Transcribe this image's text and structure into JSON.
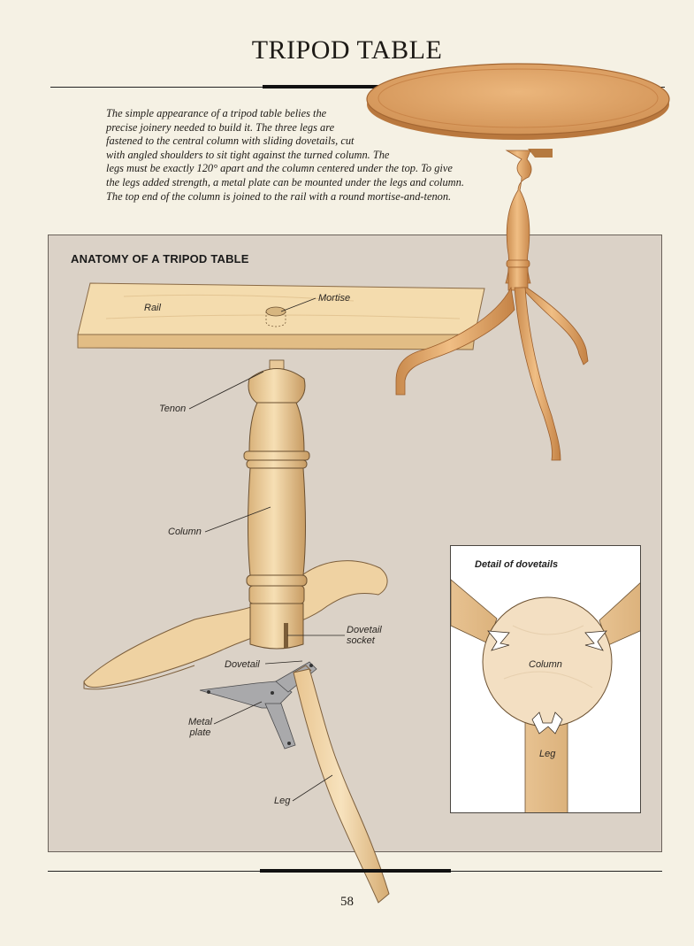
{
  "page": {
    "title": "TRIPOD TABLE",
    "page_number": "58"
  },
  "intro": {
    "lines": [
      "The simple appearance of a tripod table belies the",
      "precise joinery needed to build it. The three legs are",
      "fastened to the central column with sliding dovetails, cut",
      "with angled shoulders to sit tight against the turned column. The",
      "legs must be exactly 120° apart and the column centered under the top. To give",
      "the legs added strength, a metal plate can be mounted under the legs and column.",
      "The top end of the column is joined to the rail with a round mortise-and-tenon."
    ]
  },
  "anatomy": {
    "heading": "ANATOMY OF A TRIPOD TABLE",
    "labels": {
      "rail": "Rail",
      "mortise": "Mortise",
      "tenon": "Tenon",
      "column": "Column",
      "dovetail_socket_line1": "Dovetail",
      "dovetail_socket_line2": "socket",
      "dovetail": "Dovetail",
      "metal_plate_line1": "Metal",
      "metal_plate_line2": "plate",
      "leg": "Leg"
    }
  },
  "detail": {
    "heading": "Detail of dovetails",
    "labels": {
      "column": "Column",
      "leg": "Leg"
    }
  },
  "colors": {
    "page_bg": "#f5f1e4",
    "panel_bg": "#dbd2c7",
    "wood_light": "#f0d6a6",
    "wood_mid": "#e3bd86",
    "finished_wood": "#d9a066",
    "metal": "#a9a9ab"
  }
}
